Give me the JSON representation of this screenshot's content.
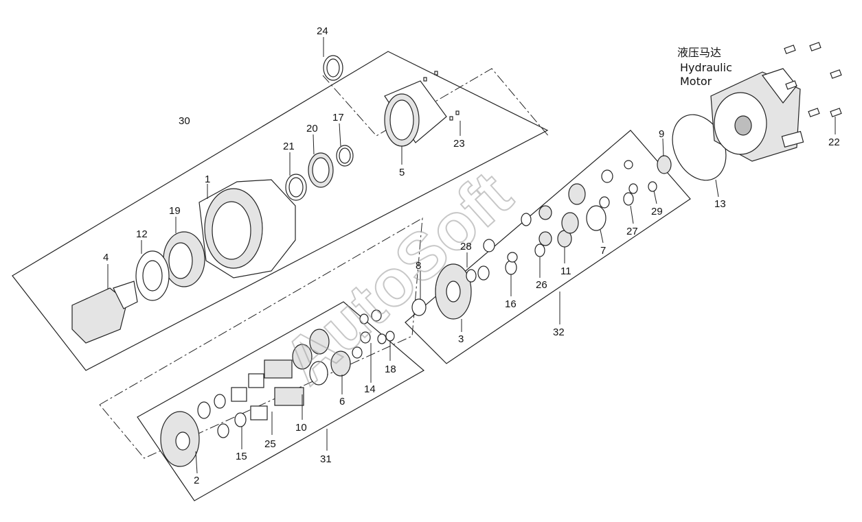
{
  "watermark": "AutoSoft",
  "motor": {
    "title_cn": "液压马达",
    "title_en_1": "Hydraulic",
    "title_en_2": "Motor"
  },
  "labels": {
    "p1": "1",
    "p2": "2",
    "p3": "3",
    "p4": "4",
    "p5": "5",
    "p6": "6",
    "p7": "7",
    "p8": "8",
    "p9": "9",
    "p10": "10",
    "p11": "11",
    "p12": "12",
    "p13": "13",
    "p14": "14",
    "p15": "15",
    "p16": "16",
    "p17": "17",
    "p18": "18",
    "p19": "19",
    "p20": "20",
    "p21": "21",
    "p22": "22",
    "p23": "23",
    "p24": "24",
    "p25": "25",
    "p26": "26",
    "p27": "27",
    "p28": "28",
    "p29": "29",
    "p30": "30",
    "p31": "31",
    "p32": "32"
  }
}
